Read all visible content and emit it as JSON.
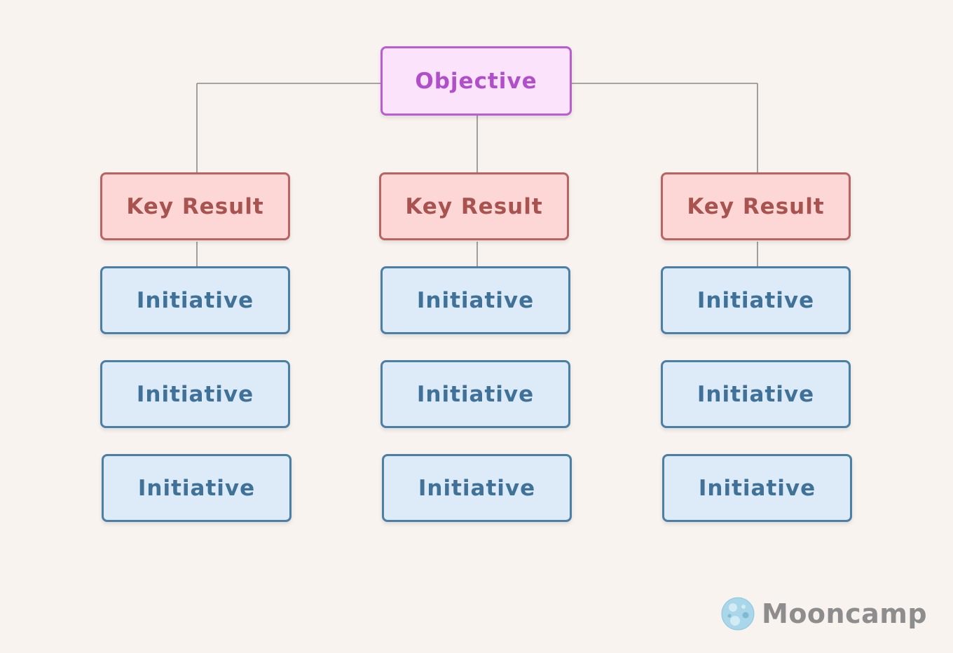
{
  "objective": {
    "label": "Objective"
  },
  "columns": [
    {
      "key_result": {
        "label": "Key Result"
      },
      "initiatives": [
        {
          "label": "Initiative"
        },
        {
          "label": "Initiative"
        },
        {
          "label": "Initiative"
        }
      ]
    },
    {
      "key_result": {
        "label": "Key Result"
      },
      "initiatives": [
        {
          "label": "Initiative"
        },
        {
          "label": "Initiative"
        },
        {
          "label": "Initiative"
        }
      ]
    },
    {
      "key_result": {
        "label": "Key Result"
      },
      "initiatives": [
        {
          "label": "Initiative"
        },
        {
          "label": "Initiative"
        },
        {
          "label": "Initiative"
        }
      ]
    }
  ],
  "brand": {
    "name": "Mooncamp",
    "logo_icon": "moon-icon"
  },
  "colors": {
    "background": "#f8f3ef",
    "objective_fill": "#fae3fb",
    "objective_border": "#b95ed0",
    "key_result_fill": "#fdd7d5",
    "key_result_border": "#b76463",
    "initiative_fill": "#dcebf7",
    "initiative_border": "#4c7fa6",
    "connector": "#8a8a8a"
  }
}
